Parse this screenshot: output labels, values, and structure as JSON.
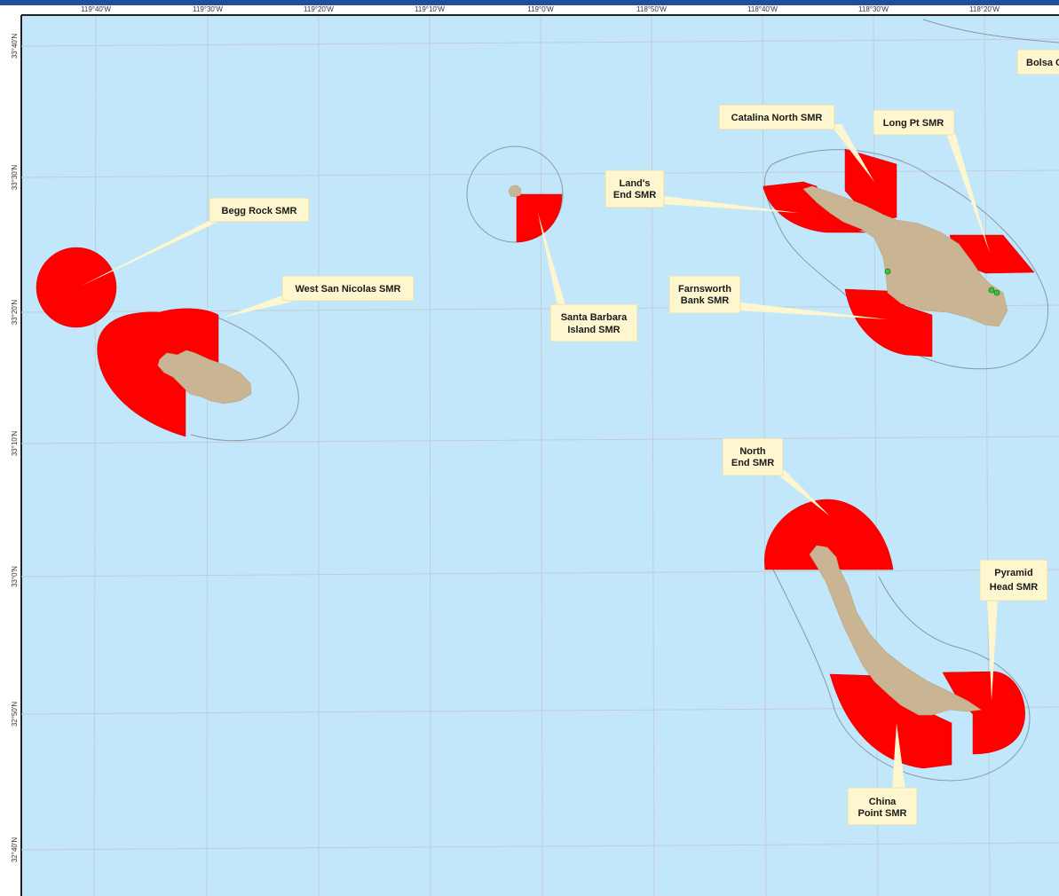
{
  "colors": {
    "water": "#c2e7fb",
    "land": "#c9b594",
    "smr_fill": "#ff0000",
    "label_bg": "#fdf6cf",
    "frame_band": "#1f4e9c",
    "monitoring_point": "#3cc23c"
  },
  "longitude_ticks": [
    "119°40'W",
    "119°30'W",
    "119°20'W",
    "119°10'W",
    "119°0'W",
    "118°50'W",
    "118°40'W",
    "118°30'W",
    "118°20'W"
  ],
  "latitude_ticks": [
    "33°40'N",
    "33°30'N",
    "33°20'N",
    "33°10'N",
    "33°0'N",
    "32°50'N",
    "32°40'N"
  ],
  "labels": {
    "begg_rock": [
      "Begg Rock SMR"
    ],
    "west_san_nicolas": [
      "West San Nicolas SMR"
    ],
    "santa_barbara_island": [
      "Santa Barbara",
      "Island SMR"
    ],
    "lands_end": [
      "Land's",
      "End SMR"
    ],
    "catalina_north": [
      "Catalina North SMR"
    ],
    "long_pt": [
      "Long Pt SMR"
    ],
    "farnsworth_bank": [
      "Farnsworth",
      "Bank SMR"
    ],
    "north_end": [
      "North",
      "End SMR"
    ],
    "pyramid_head": [
      "Pyramid",
      "Head SMR"
    ],
    "china_point": [
      "China",
      "Point SMR"
    ],
    "bolsa": [
      "Bolsa C"
    ]
  }
}
